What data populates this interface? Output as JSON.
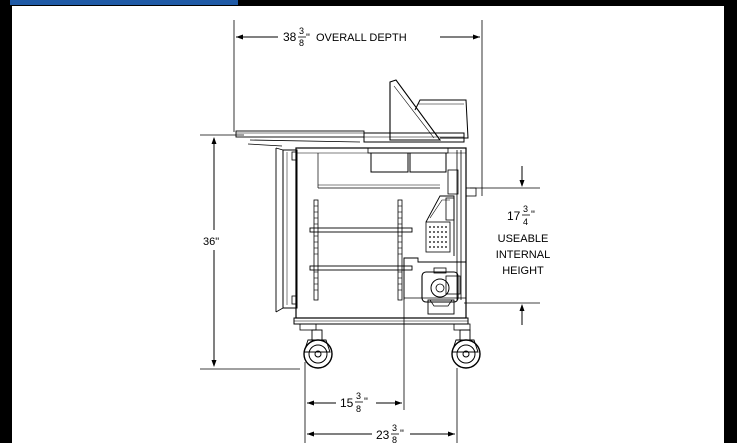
{
  "drawing": {
    "overall_depth": {
      "whole": "38",
      "num": "3",
      "den": "8",
      "suffix": "\"",
      "label": "OVERALL DEPTH"
    },
    "height": {
      "value": "36\""
    },
    "internal_height": {
      "whole": "17",
      "num": "3",
      "den": "4",
      "suffix": "\"",
      "line1": "USEABLE",
      "line2": "INTERNAL",
      "line3": "HEIGHT"
    },
    "wheel_offset_a": {
      "whole": "15",
      "num": "3",
      "den": "8",
      "suffix": "\""
    },
    "wheel_offset_b": {
      "whole": "23",
      "num": "3",
      "den": "8",
      "suffix": "\""
    }
  },
  "colors": {
    "frame": "#000000",
    "accent": "#1f5aa6"
  }
}
